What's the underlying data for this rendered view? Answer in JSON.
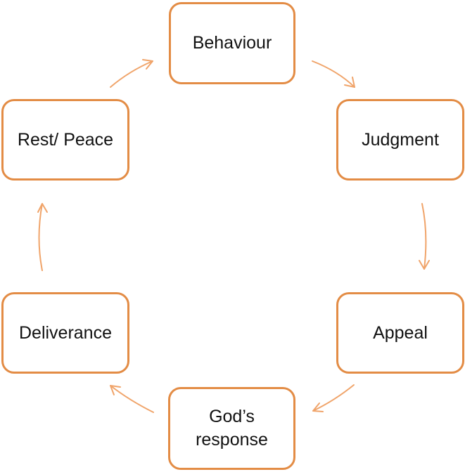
{
  "diagram": {
    "type": "cycle",
    "nodes": [
      {
        "id": "behaviour",
        "label": "Behaviour"
      },
      {
        "id": "judgment",
        "label": "Judgment"
      },
      {
        "id": "appeal",
        "label": "Appeal"
      },
      {
        "id": "gods_response",
        "label_line1": "God’s",
        "label_line2": "response"
      },
      {
        "id": "deliverance",
        "label": "Deliverance"
      },
      {
        "id": "rest_peace",
        "label": "Rest/ Peace"
      }
    ],
    "edges": [
      {
        "from": "behaviour",
        "to": "judgment"
      },
      {
        "from": "judgment",
        "to": "appeal"
      },
      {
        "from": "appeal",
        "to": "gods_response"
      },
      {
        "from": "gods_response",
        "to": "deliverance"
      },
      {
        "from": "deliverance",
        "to": "rest_peace"
      },
      {
        "from": "rest_peace",
        "to": "behaviour"
      }
    ],
    "colors": {
      "box_border": "#E38C45",
      "arrow": "#F0A46A",
      "text": "#111111",
      "background": "#ffffff"
    }
  }
}
